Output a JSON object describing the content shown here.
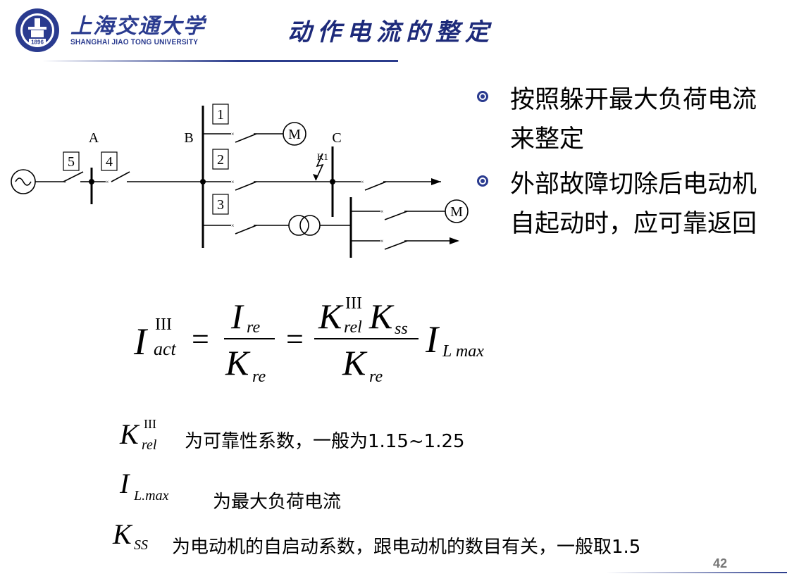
{
  "header": {
    "university_cn": "上海交通大学",
    "university_en": "SHANGHAI JIAO TONG UNIVERSITY",
    "seal_year": "1896",
    "title": "动作电流的整定"
  },
  "diagram": {
    "bus_labels": [
      "A",
      "B",
      "C"
    ],
    "breaker_numbers": [
      "5",
      "4",
      "1",
      "2",
      "3"
    ],
    "motor_label": "M",
    "fault_label": "K1"
  },
  "bullets": [
    {
      "text": "按照躲开最大负荷电流来整定"
    },
    {
      "text": "外部故障切除后电动机自起动时，应可靠返回"
    }
  ],
  "formula": {
    "I": "I",
    "K": "K",
    "act": "act",
    "re": "re",
    "rel": "rel",
    "ss": "ss",
    "III": "III",
    "eq": "=",
    "Lmax": "L max"
  },
  "definitions": [
    {
      "symbol": "K",
      "sup": "III",
      "sub": "rel",
      "text": "为可靠性系数，一般为1.15~1.25"
    },
    {
      "symbol": "I",
      "sub": "L.max",
      "text": "为最大负荷电流"
    },
    {
      "symbol": "K",
      "sub": "SS",
      "text": "为电动机的自启动系数，跟电动机的数目有关，一般取1.5"
    }
  ],
  "page_number": "42",
  "colors": {
    "accent": "#2b3c8c",
    "title": "#1d2a7a"
  }
}
